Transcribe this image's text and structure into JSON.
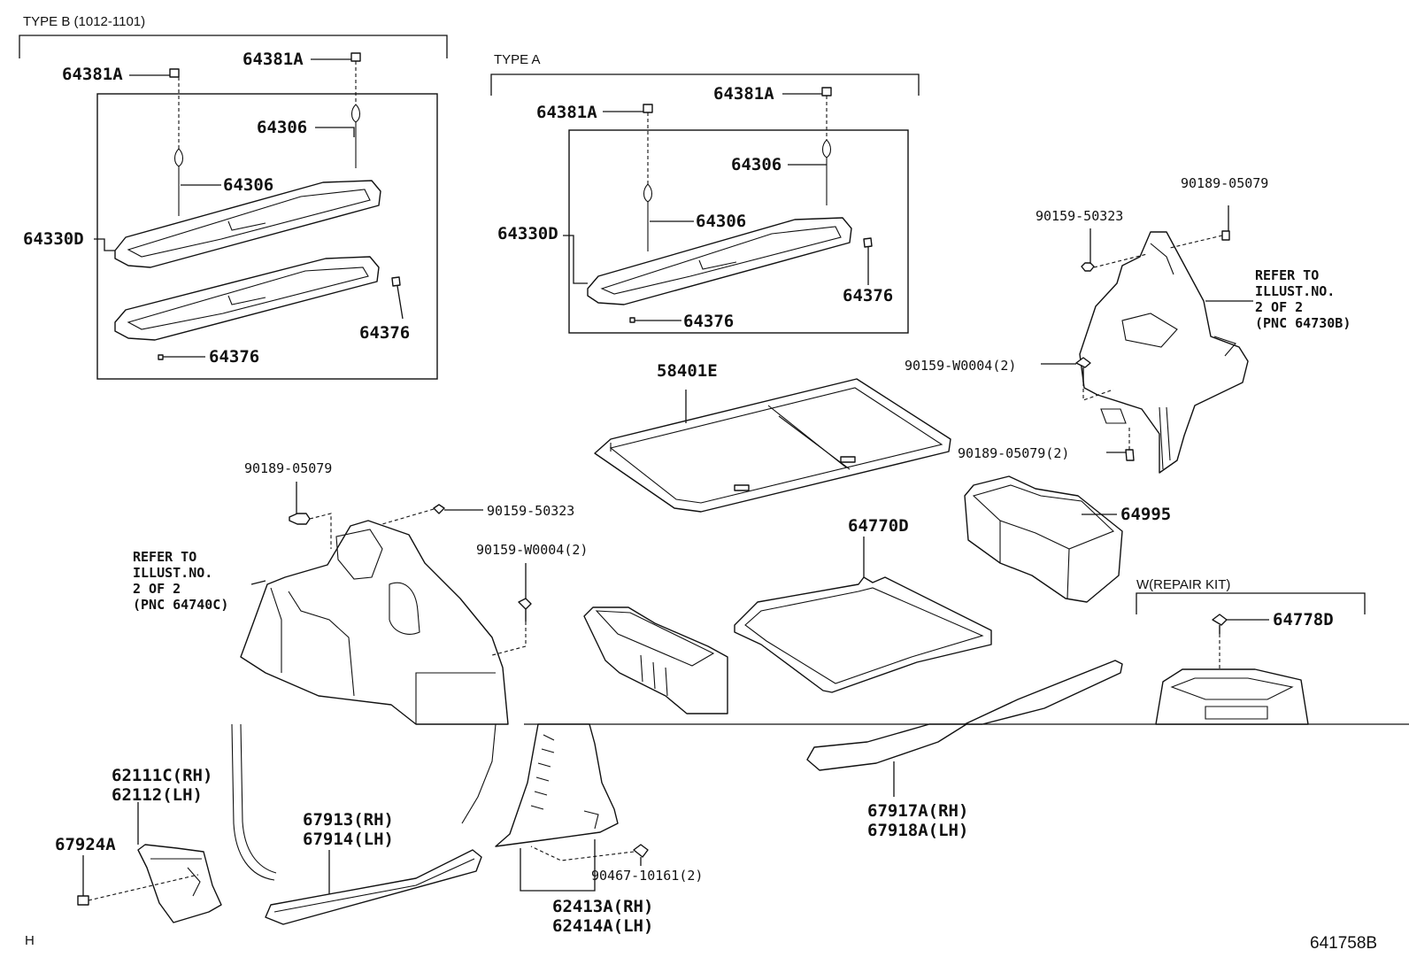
{
  "groups": {
    "type_b": "TYPE B (1012-1101)",
    "type_a": "TYPE A",
    "repair_kit": "W(REPAIR KIT)"
  },
  "labels": {
    "b_64381a_left": "64381A",
    "b_64381a_right": "64381A",
    "b_64306_upper": "64306",
    "b_64306_lower": "64306",
    "b_64330d": "64330D",
    "b_64376_right": "64376",
    "b_64376_bottom": "64376",
    "a_64381a_left": "64381A",
    "a_64381a_right": "64381A",
    "a_64306_right": "64306",
    "a_64306_left": "64306",
    "a_64330d": "64330D",
    "a_64376_right": "64376",
    "a_64376_bottom": "64376",
    "r_90189_05079_top": "90189-05079",
    "r_90159_50323_top": "90159-50323",
    "r_90159_w0004": "90159-W0004(2)",
    "r_90189_05079_2": "90189-05079(2)",
    "c_58401e": "58401E",
    "c_64995": "64995",
    "c_64770d": "64770D",
    "c_64778d": "64778D",
    "l_90189_05079": "90189-05079",
    "l_90159_50323": "90159-50323",
    "l_90159_w0004": "90159-W0004(2)",
    "p_62111c_rh": "62111C(RH)",
    "p_62112_lh": "62112(LH)",
    "p_67924a": "67924A",
    "p_67913_rh": "67913(RH)",
    "p_67914_lh": "67914(LH)",
    "p_90467_10161": "90467-10161(2)",
    "p_62413a_rh": "62413A(RH)",
    "p_62414a_lh": "62414A(LH)",
    "p_67917a_rh": "67917A(RH)",
    "p_67918a_lh": "67918A(LH)"
  },
  "notes": {
    "right": [
      "REFER TO",
      "ILLUST.NO.",
      "2 OF 2",
      "(PNC 64730B)"
    ],
    "left": [
      "REFER TO",
      "ILLUST.NO.",
      "2 OF 2",
      "(PNC 64740C)"
    ]
  },
  "footer": {
    "corner_mark": "H",
    "illustration_id": "641758B"
  }
}
